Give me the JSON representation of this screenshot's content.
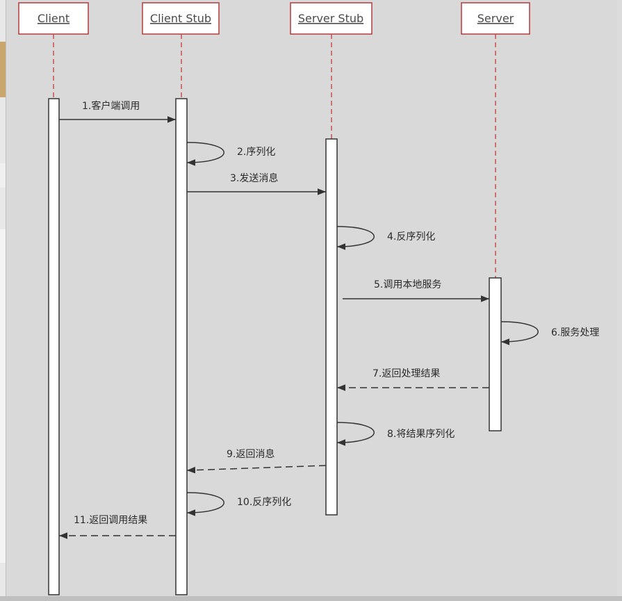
{
  "colors": {
    "participant_border": "#b33a3a",
    "lifeline": "#c4504c",
    "line": "#333333",
    "activation_fill": "#ffffff"
  },
  "participants": [
    {
      "id": "client",
      "label": "Client"
    },
    {
      "id": "client_stub",
      "label": "Client Stub"
    },
    {
      "id": "server_stub",
      "label": "Server Stub"
    },
    {
      "id": "server",
      "label": "Server"
    }
  ],
  "messages": [
    {
      "num": 1,
      "label": "1.客户端调用",
      "from": "client",
      "to": "client_stub",
      "style": "solid"
    },
    {
      "num": 2,
      "label": "2.序列化",
      "from": "client_stub",
      "to": "client_stub",
      "style": "self"
    },
    {
      "num": 3,
      "label": "3.发送消息",
      "from": "client_stub",
      "to": "server_stub",
      "style": "solid"
    },
    {
      "num": 4,
      "label": "4.反序列化",
      "from": "server_stub",
      "to": "server_stub",
      "style": "self"
    },
    {
      "num": 5,
      "label": "5.调用本地服务",
      "from": "server_stub",
      "to": "server",
      "style": "solid"
    },
    {
      "num": 6,
      "label": "6.服务处理",
      "from": "server",
      "to": "server",
      "style": "self"
    },
    {
      "num": 7,
      "label": "7.返回处理结果",
      "from": "server",
      "to": "server_stub",
      "style": "dashed"
    },
    {
      "num": 8,
      "label": "8.将结果序列化",
      "from": "server_stub",
      "to": "server_stub",
      "style": "self"
    },
    {
      "num": 9,
      "label": "9.返回消息",
      "from": "server_stub",
      "to": "client_stub",
      "style": "dashed"
    },
    {
      "num": 10,
      "label": "10.反序列化",
      "from": "client_stub",
      "to": "client_stub",
      "style": "self"
    },
    {
      "num": 11,
      "label": "11.返回调用结果",
      "from": "client_stub",
      "to": "client",
      "style": "dashed"
    }
  ]
}
